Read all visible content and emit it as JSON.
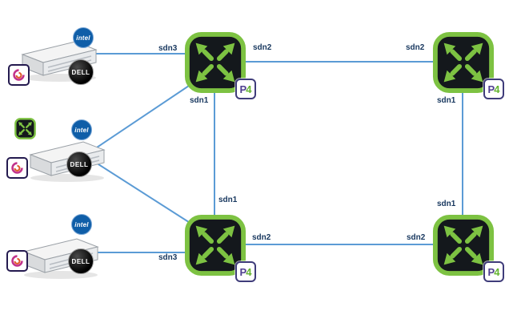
{
  "colors": {
    "link_blue": "#5b9bd5",
    "label_text": "#17375e",
    "switch_green": "#7dc242",
    "switch_fill": "#14181c",
    "p4_purple": "#4f3f8f",
    "p4_green": "#63b32e",
    "intel_blue": "#0f5ea8",
    "dell_black": "#000000"
  },
  "logos": {
    "intel": "intel",
    "dell": "DELL",
    "p4_p": "P",
    "p4_4": "4"
  },
  "port_labels": {
    "server1_to_sw_top_mid": "sdn3",
    "sw_top_mid_right": "sdn2",
    "sw_top_right_left": "sdn2",
    "sw_top_mid_bottom": "sdn1",
    "sw_top_right_bottom": "sdn1",
    "sw_bottom_mid_top": "sdn1",
    "sw_bottom_right_top": "sdn1",
    "sw_bottom_mid_right": "sdn2",
    "sw_bottom_right_left": "sdn2",
    "server3_to_sw_bottom_mid": "sdn3"
  },
  "nodes": {
    "servers": [
      "dell-server-top",
      "dell-server-middle",
      "dell-server-bottom"
    ],
    "switches": [
      "p4-switch-top-middle",
      "p4-switch-top-right",
      "p4-switch-bottom-middle",
      "p4-switch-bottom-right"
    ],
    "links": [
      "server-top to switch-top-middle",
      "server-middle to switch-top-middle",
      "server-middle to switch-bottom-middle",
      "server-bottom to switch-bottom-middle",
      "switch-top-middle to switch-top-right",
      "switch-top-middle to switch-bottom-middle",
      "switch-top-right to switch-bottom-right",
      "switch-bottom-middle to switch-bottom-right"
    ]
  }
}
